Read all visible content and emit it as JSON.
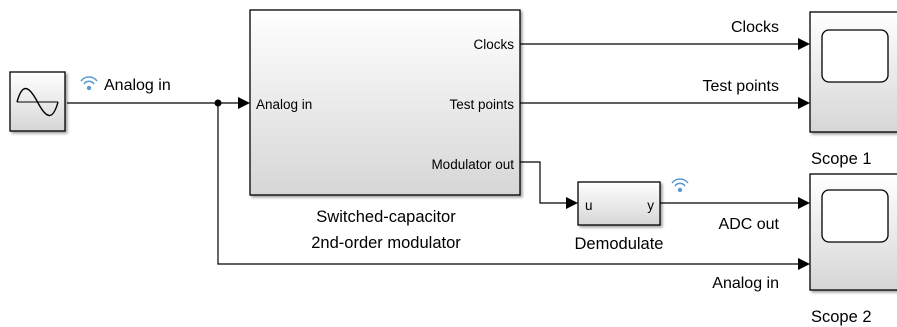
{
  "blocks": {
    "source": {
      "icon": "sine-wave-icon"
    },
    "modulator": {
      "ports_out": [
        "Clocks",
        "Test points",
        "Modulator out"
      ],
      "port_in": "Analog in",
      "caption_line1": "Switched-capacitor",
      "caption_line2": "2nd-order modulator"
    },
    "demodulate": {
      "port_in": "u",
      "port_out": "y",
      "caption": "Demodulate"
    },
    "scope1": {
      "caption": "Scope 1"
    },
    "scope2": {
      "caption": "Scope 2"
    }
  },
  "signals": {
    "analog_in_source": "Analog in",
    "clocks": "Clocks",
    "test_points": "Test points",
    "adc_out": "ADC out",
    "analog_in_scope": "Analog in"
  },
  "colors": {
    "block_gradient_top": "#ffffff",
    "block_gradient_bottom": "#d6d6d6",
    "logged_signal": "#5b9bd5"
  }
}
